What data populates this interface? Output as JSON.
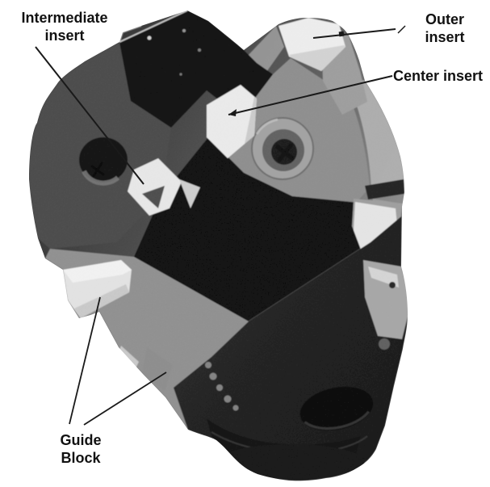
{
  "figure": {
    "description": "Black-and-white photograph of an indexable-insert drill cutter head with four callout labels",
    "background": "#ffffff",
    "labels": {
      "intermediate_insert": "Intermediate\ninsert",
      "outer_insert": "Outer\ninsert",
      "center_insert": "Center insert",
      "guide_block": "Guide\nBlock"
    },
    "colors": {
      "label_text": "#111111",
      "leader_line": "#1a1a1a",
      "insert_white": "#ececec",
      "tool_face_gray": "#8d8d8d",
      "tool_dark": "#141414"
    }
  }
}
